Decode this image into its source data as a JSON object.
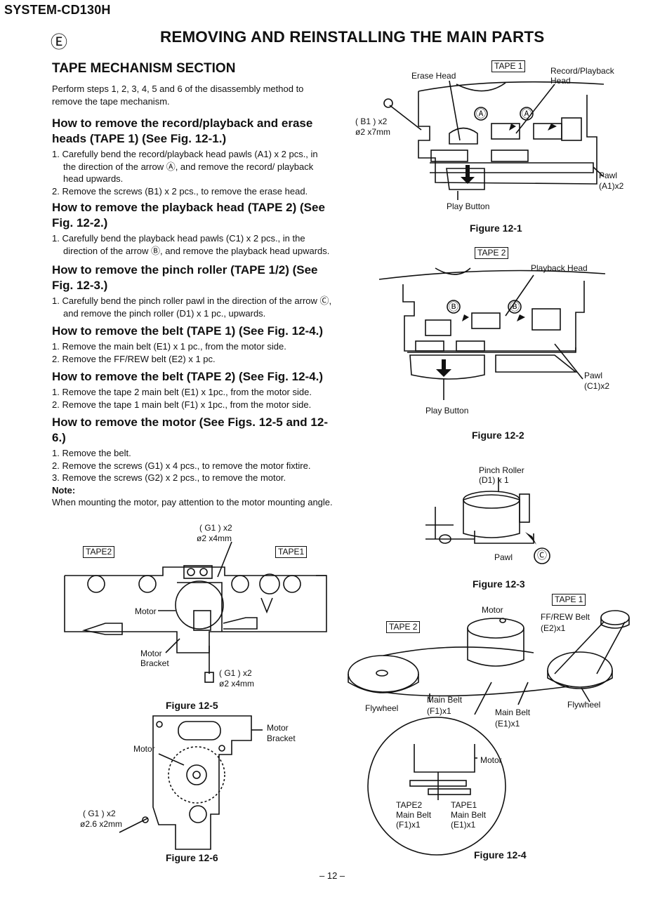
{
  "header": {
    "model": "SYSTEM-CD130H",
    "section_mark": "Ⓔ",
    "title": "REMOVING AND REINSTALLING THE MAIN PARTS"
  },
  "section": {
    "title": "TAPE MECHANISM SECTION",
    "intro": "Perform steps 1, 2, 3, 4, 5 and 6 of the disassembly method to remove the tape mechanism."
  },
  "procedures": [
    {
      "title": "How to remove the record/playback and erase heads (TAPE 1) (See Fig. 12-1.)",
      "steps": [
        "1. Carefully bend the record/playback head pawls (A1) x 2 pcs., in the direction of the arrow Ⓐ, and remove the record/ playback head upwards.",
        "2. Remove the screws (B1) x 2 pcs., to remove the erase head."
      ]
    },
    {
      "title": "How to remove the playback head (TAPE 2) (See Fig. 12-2.)",
      "steps": [
        "1. Carefully bend the playback head pawls (C1) x 2 pcs., in the direction of the arrow Ⓑ, and remove the playback head upwards."
      ]
    },
    {
      "title": "How to remove the pinch roller (TAPE 1/2) (See Fig. 12-3.)",
      "steps": [
        "1. Carefully bend the pinch roller pawl in the direction of the arrow Ⓒ, and remove the pinch roller (D1) x 1 pc., upwards."
      ]
    },
    {
      "title": "How to remove the belt (TAPE 1) (See Fig. 12-4.)",
      "steps": [
        "1. Remove the main belt (E1) x 1 pc., from the motor side.",
        "2. Remove the FF/REW belt (E2) x 1 pc."
      ]
    },
    {
      "title": "How to remove the belt (TAPE 2) (See Fig. 12-4.)",
      "steps": [
        "1. Remove the tape 2 main belt (E1) x 1pc., from the motor side.",
        "2. Remove the tape 1 main belt (F1) x 1pc., from the motor side."
      ]
    },
    {
      "title": "How to remove the motor (See Figs. 12-5 and 12-6.)",
      "steps": [
        "1. Remove the belt.",
        "2. Remove the screws (G1) x 4 pcs., to remove the motor fixtire.",
        "3. Remove the screws (G2) x 2 pcs., to remove the motor."
      ]
    }
  ],
  "note": {
    "label": "Note:",
    "text": "When mounting the motor, pay attention to the motor mounting angle."
  },
  "figures": {
    "f12_1": {
      "caption": "Figure 12-1",
      "tape": "TAPE 1",
      "erase_head": "Erase Head",
      "rec_head": "Record/Playback Head",
      "screw": "( B1 ) x2",
      "screw_size": "ø2 x7mm",
      "pawl": "Pawl",
      "pawl_qty": "(A1)x2",
      "play_button": "Play Button",
      "arrow": "Ⓐ"
    },
    "f12_2": {
      "caption": "Figure 12-2",
      "tape": "TAPE 2",
      "head": "Playback Head",
      "pawl": "Pawl",
      "pawl_qty": "(C1)x2",
      "play_button": "Play Button",
      "arrow": "Ⓑ"
    },
    "f12_3": {
      "caption": "Figure 12-3",
      "roller": "Pinch Roller",
      "roller_qty": "(D1) x 1",
      "pawl": "Pawl",
      "arrow": "Ⓒ"
    },
    "f12_4": {
      "caption": "Figure 12-4",
      "tape1": "TAPE 1",
      "tape2": "TAPE 2",
      "motor": "Motor",
      "ffrew": "FF/REW Belt",
      "ffrew_qty": "(E2)x1",
      "flywheel_l": "Flywheel",
      "flywheel_r": "Flywheel",
      "main_belt_f": "Main Belt",
      "main_belt_f_qty": "(F1)x1",
      "main_belt_e": "Main Belt",
      "main_belt_e_qty": "(E1)x1",
      "motor_detail": "Motor",
      "tape2_label": "TAPE2",
      "tape2_belt": "Main Belt",
      "tape2_qty": "(F1)x1",
      "tape1_label": "TAPE1",
      "tape1_belt": "Main Belt",
      "tape1_qty": "(E1)x1"
    },
    "f12_5": {
      "caption": "Figure 12-5",
      "tape2": "TAPE2",
      "tape1": "TAPE1",
      "motor": "Motor",
      "bracket": "Motor",
      "bracket2": "Bracket",
      "screw_top": "( G1 ) x2",
      "screw_top_size": "ø2 x4mm",
      "screw_bot": "( G1 ) x2",
      "screw_bot_size": "ø2 x4mm"
    },
    "f12_6": {
      "caption": "Figure 12-6",
      "motor": "Motor",
      "bracket": "Motor",
      "bracket2": "Bracket",
      "screw": "( G1 ) x2",
      "screw_size": "ø2.6 x2mm"
    }
  },
  "page_number": "– 12 –"
}
